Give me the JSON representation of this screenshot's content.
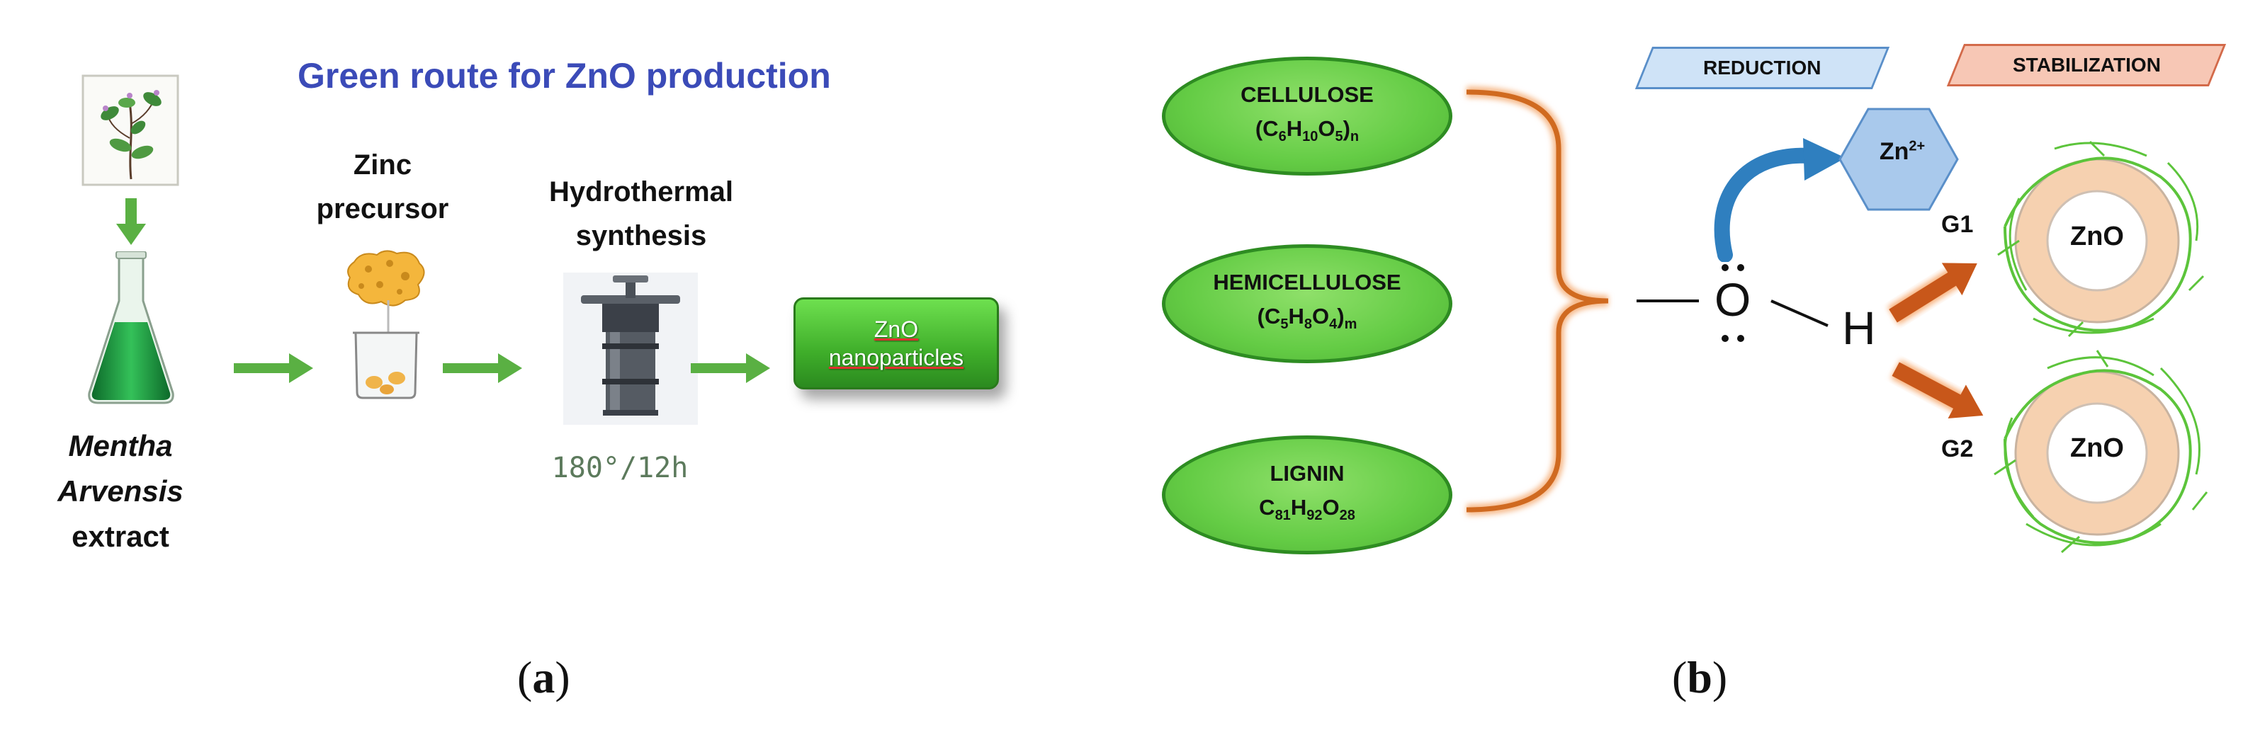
{
  "panel_a": {
    "title": "Green route for ZnO production",
    "source_label_line1": "Mentha",
    "source_label_line2": "Arvensis",
    "source_label_line3": "extract",
    "zinc_label_line1": "Zinc",
    "zinc_label_line2": "precursor",
    "synthesis_label_line1": "Hydrothermal",
    "synthesis_label_line2": "synthesis",
    "conditions": "180°/12h",
    "product_line1": "ZnO",
    "product_line2": "nanoparticles",
    "panel_label": "a"
  },
  "panel_b": {
    "components": [
      {
        "name": "CELLULOSE",
        "formula_html": "(C<sub>6</sub>H<sub>10</sub>O<sub>5</sub>)<sub>n</sub>"
      },
      {
        "name": "HEMICELLULOSE",
        "formula_html": "(C<sub>5</sub>H<sub>8</sub>O<sub>4</sub>)<sub>m</sub>"
      },
      {
        "name": "LIGNIN",
        "formula_html": "C<sub>81</sub>H<sub>92</sub>O<sub>28</sub>"
      }
    ],
    "reduction_label": "REDUCTION",
    "stabilization_label": "STABILIZATION",
    "ion_label": "Zn",
    "ion_charge": "2+",
    "oxygen": "O",
    "hydrogen": "H",
    "groups": [
      {
        "label": "G1",
        "particle": "ZnO"
      },
      {
        "label": "G2",
        "particle": "ZnO"
      }
    ],
    "panel_label": "b"
  },
  "colors": {
    "title_blue": "#3b4bb8",
    "arrow_green": "#5ab043",
    "bracket_orange": "#d06a20",
    "reduction_fill": "#cfe3f7",
    "stabilization_fill": "#f7c7b5",
    "zn_hex_fill": "#a9c9ec"
  }
}
